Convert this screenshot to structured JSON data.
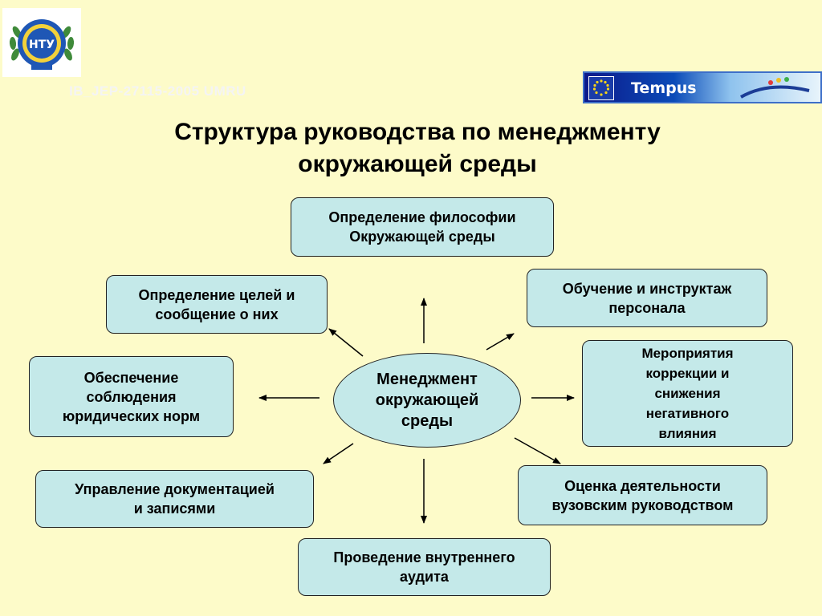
{
  "header": {
    "project_code": "IB_JEP-27115-2005  UMRU",
    "tempus_label": "Tempus"
  },
  "logo": {
    "text": "НТУ",
    "icon": "university-emblem-icon"
  },
  "title": "Структура руководства по менеджменту\nокружающей среды",
  "center_node": "Менеджмент\nокружающей\nсреды",
  "nodes": {
    "philosophy": "Определение философии\nОкружающей среды",
    "goals": "Определение целей и\nсообщение о них",
    "training": "Обучение и инструктаж\nперсонала",
    "legal": "Обеспечение\nсоблюдения\nюридических норм",
    "correction": "Мероприятия\nкоррекции и\nснижения\nнегативного\nвлияния",
    "documents": "Управление документацией\nи записями",
    "evaluation": "Оценка деятельности\nвузовским руководством",
    "audit": "Проведение внутреннего\nаудита"
  },
  "colors": {
    "background": "#fdfbc9",
    "node_fill": "#c4e9e9",
    "node_border": "#222222",
    "arrow": "#000000"
  }
}
